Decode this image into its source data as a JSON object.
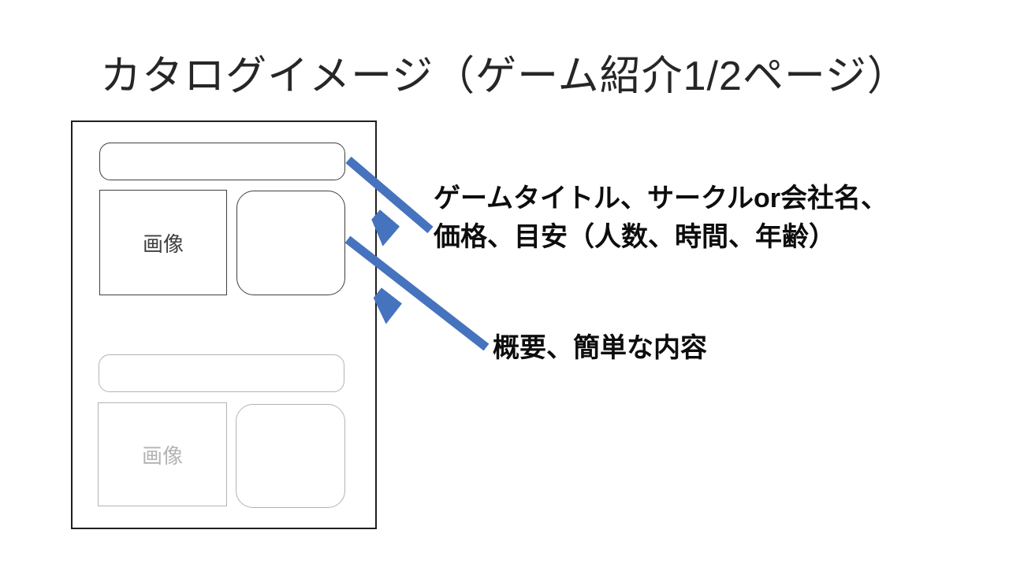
{
  "slide": {
    "title": "カタログイメージ（ゲーム紹介1/2ページ）"
  },
  "mockup": {
    "top_section": {
      "image_label": "画像"
    },
    "bottom_section": {
      "image_label": "画像"
    }
  },
  "annotations": {
    "title_note": "ゲームタイトル、サークルor会社名、\n価格、目安（人数、時間、年齢）",
    "overview_note": "概要、簡単な内容"
  },
  "colors": {
    "background": "#ffffff",
    "title_text": "#262626",
    "page_border": "#1f1f1f",
    "dark_stroke": "#404040",
    "light_stroke": "#b3b3b3",
    "dark_label": "#3f3f3f",
    "light_label": "#b3b3b3",
    "note_text": "#0d0d0d",
    "arrow_blue": "#4673bd"
  }
}
